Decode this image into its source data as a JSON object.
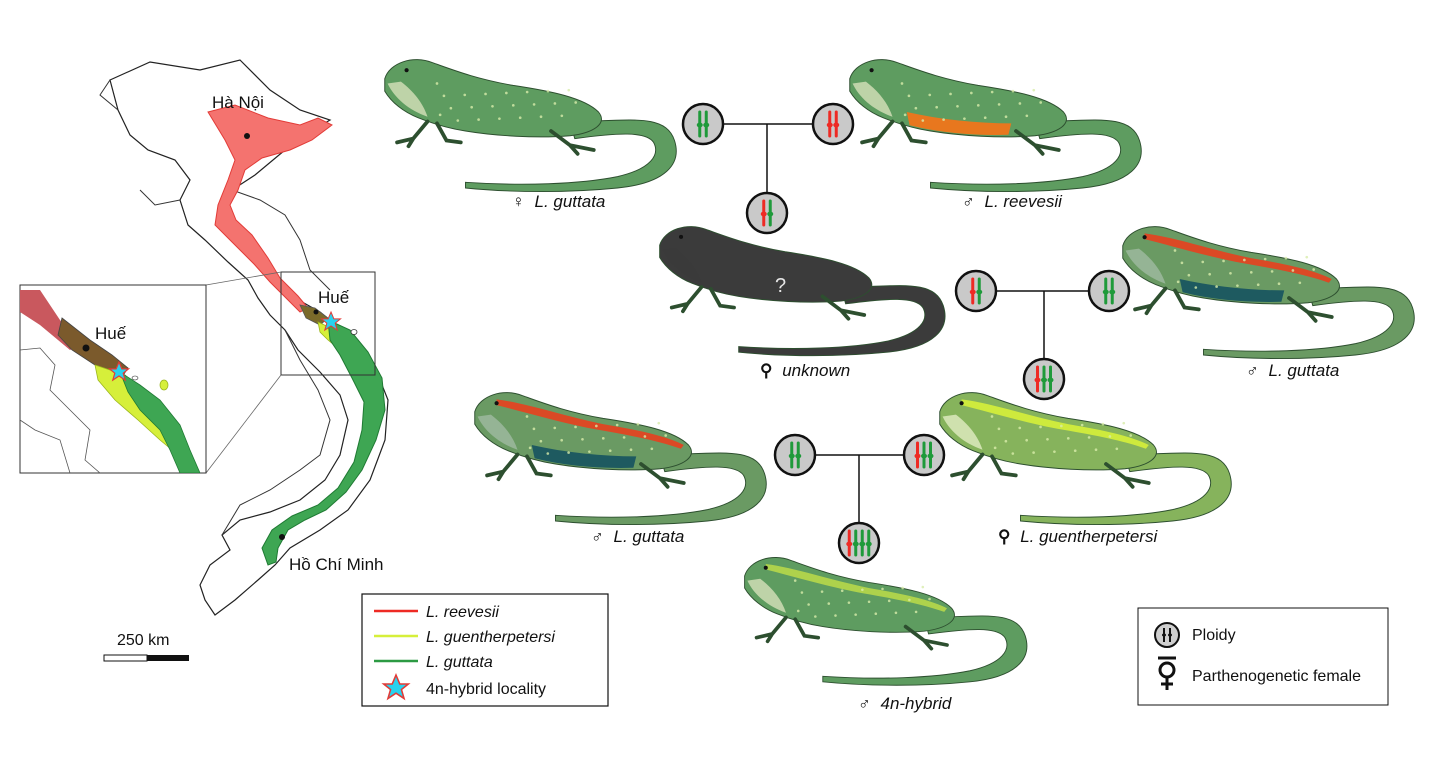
{
  "map": {
    "cities": {
      "hanoi": "Hà Nội",
      "hue": "Huế",
      "hue_inset": "Huế",
      "hcm": "Hồ Chí Minh"
    },
    "scale_bar": "250 km"
  },
  "legend": {
    "items": [
      {
        "label": "L. reevesii",
        "color": "#ee2a24"
      },
      {
        "label": "L. guentherpetersi",
        "color": "#d6ef3a"
      },
      {
        "label": "L. guttata",
        "color": "#2c9a43"
      },
      {
        "label": "4n-hybrid locality",
        "color": "#28d2ee"
      }
    ]
  },
  "key": {
    "ploidy": "Ploidy",
    "parthenogenetic": "Parthenogenetic female"
  },
  "lizards": {
    "l1": {
      "sex": "♀",
      "name": "L. guttata"
    },
    "l2": {
      "sex": "♂",
      "name": "L. reevesii"
    },
    "l3": {
      "sex": "⚲",
      "name": "unknown",
      "mark": "?"
    },
    "l4": {
      "sex": "♂",
      "name": "L. guttata"
    },
    "l5": {
      "sex": "♂",
      "name": "L. guttata"
    },
    "l6": {
      "sex": "⚲",
      "name": "L. guentherpetersi"
    },
    "l7": {
      "sex": "♂",
      "name": "4n-hybrid"
    }
  },
  "colors": {
    "red": "#ee2a24",
    "green": "#1f9a3a",
    "lime": "#d6ef3a",
    "lizard_green": "#5f9f62",
    "lizard_dark": "#3a3a3a"
  }
}
